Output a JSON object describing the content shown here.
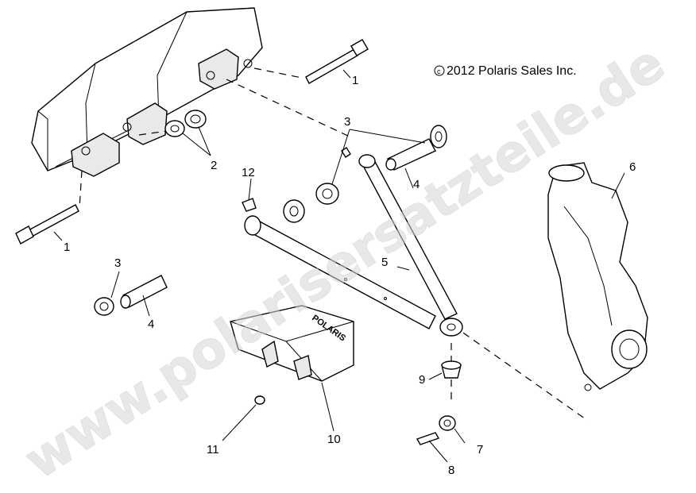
{
  "copyright": "2012 Polaris Sales Inc.",
  "copyright_symbol": "c",
  "watermark": "www.polarisersatzteile.de",
  "plate_logo": "POLARIS",
  "callouts": {
    "bolt_top": "1",
    "bolt_left": "1",
    "nuts": "2",
    "bushing_upper": "3",
    "bushing_left": "3",
    "sleeve_upper": "4",
    "sleeve_left": "4",
    "a_arm": "5",
    "spindle": "6",
    "castle_nut": "7",
    "cotter_pin": "8",
    "ball_joint_cap": "9",
    "skid_plate": "10",
    "screw": "11",
    "grease_fitting": "12"
  },
  "colors": {
    "line": "#000000",
    "watermark": "#d6d6d6",
    "background": "#ffffff"
  }
}
